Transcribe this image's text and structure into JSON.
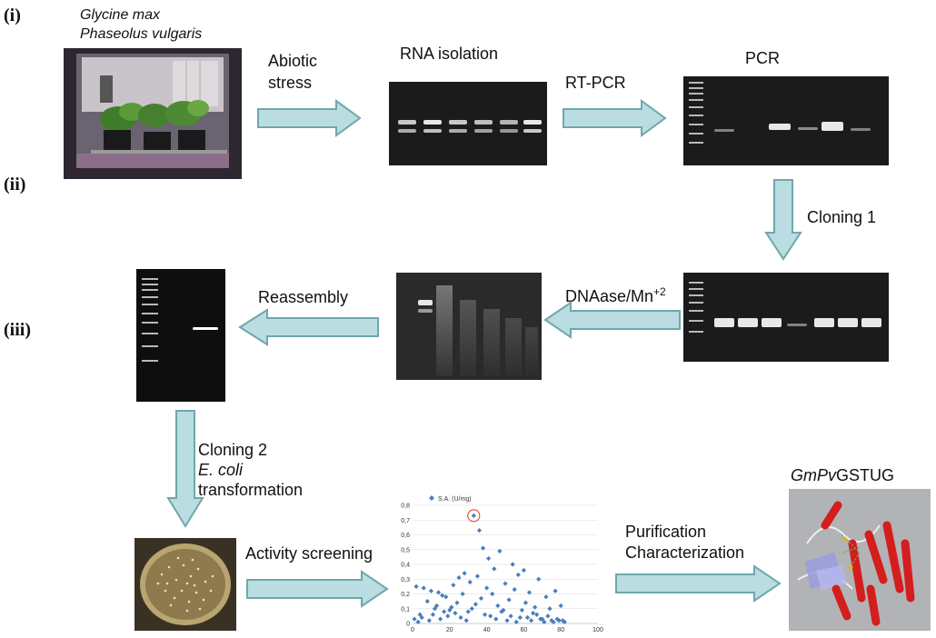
{
  "stages": {
    "i": "(i)",
    "ii": "(ii)",
    "iii": "(iii)"
  },
  "organisms": {
    "line1": "Glycine max",
    "line2": "Phaseolus vulgaris"
  },
  "steps": {
    "abiotic_1": "Abiotic",
    "abiotic_2": "stress",
    "rna_isolation": "RNA isolation",
    "rt_pcr": "RT-PCR",
    "pcr": "PCR",
    "cloning1": "Cloning 1",
    "dnaase": "DNAase/Mn",
    "dnaase_sup": "+2",
    "reassembly": "Reassembly",
    "cloning2": "Cloning 2",
    "ecoli": "E. coli",
    "transformation": "transformation",
    "activity_screening": "Activity screening",
    "purification": "Purification",
    "characterization": "Characterization",
    "product_italic": "GmPv",
    "product_rest": "GSTUG"
  },
  "colors": {
    "arrow_fill": "#b9dde0",
    "arrow_stroke": "#6fa7ad",
    "marker": "#4a7ebb",
    "highlight": "#e23a2a"
  },
  "chart_data": {
    "type": "scatter",
    "legend": "S.A. (U/mg)",
    "xlim": [
      0,
      100
    ],
    "ylim": [
      0,
      0.8
    ],
    "xticks": [
      "0",
      "20",
      "40",
      "60",
      "80",
      "100"
    ],
    "yticks": [
      "0",
      "0,1",
      "0,2",
      "0,3",
      "0,4",
      "0,5",
      "0,6",
      "0,7",
      "0,8"
    ],
    "highlight_index": 0,
    "x": [
      33,
      36,
      38,
      47,
      41,
      44,
      25,
      54,
      60,
      68,
      2,
      6,
      10,
      14,
      18,
      22,
      28,
      31,
      35,
      40,
      43,
      50,
      52,
      57,
      63,
      66,
      72,
      77,
      80,
      4,
      8,
      12,
      16,
      20,
      24,
      27,
      30,
      34,
      37,
      42,
      46,
      49,
      55,
      58,
      61,
      65,
      70,
      74,
      79,
      82,
      1,
      3,
      5,
      9,
      11,
      13,
      15,
      17,
      19,
      21,
      23,
      26,
      29,
      32,
      39,
      45,
      48,
      51,
      53,
      56,
      59,
      62,
      64,
      67,
      69,
      71,
      73,
      75,
      76,
      78,
      81
    ],
    "y": [
      0.73,
      0.63,
      0.51,
      0.49,
      0.44,
      0.37,
      0.31,
      0.4,
      0.36,
      0.3,
      0.25,
      0.24,
      0.22,
      0.21,
      0.18,
      0.26,
      0.34,
      0.28,
      0.32,
      0.24,
      0.2,
      0.27,
      0.16,
      0.33,
      0.21,
      0.11,
      0.18,
      0.22,
      0.12,
      0.06,
      0.15,
      0.1,
      0.19,
      0.09,
      0.14,
      0.2,
      0.08,
      0.13,
      0.17,
      0.05,
      0.12,
      0.09,
      0.23,
      0.04,
      0.14,
      0.07,
      0.03,
      0.1,
      0.02,
      0.01,
      0.03,
      0.01,
      0.04,
      0.02,
      0.06,
      0.12,
      0.03,
      0.08,
      0.05,
      0.11,
      0.07,
      0.04,
      0.02,
      0.1,
      0.06,
      0.03,
      0.08,
      0.02,
      0.05,
      0.01,
      0.09,
      0.04,
      0.02,
      0.06,
      0.03,
      0.01,
      0.05,
      0.02,
      0.01,
      0.03,
      0.02
    ]
  }
}
